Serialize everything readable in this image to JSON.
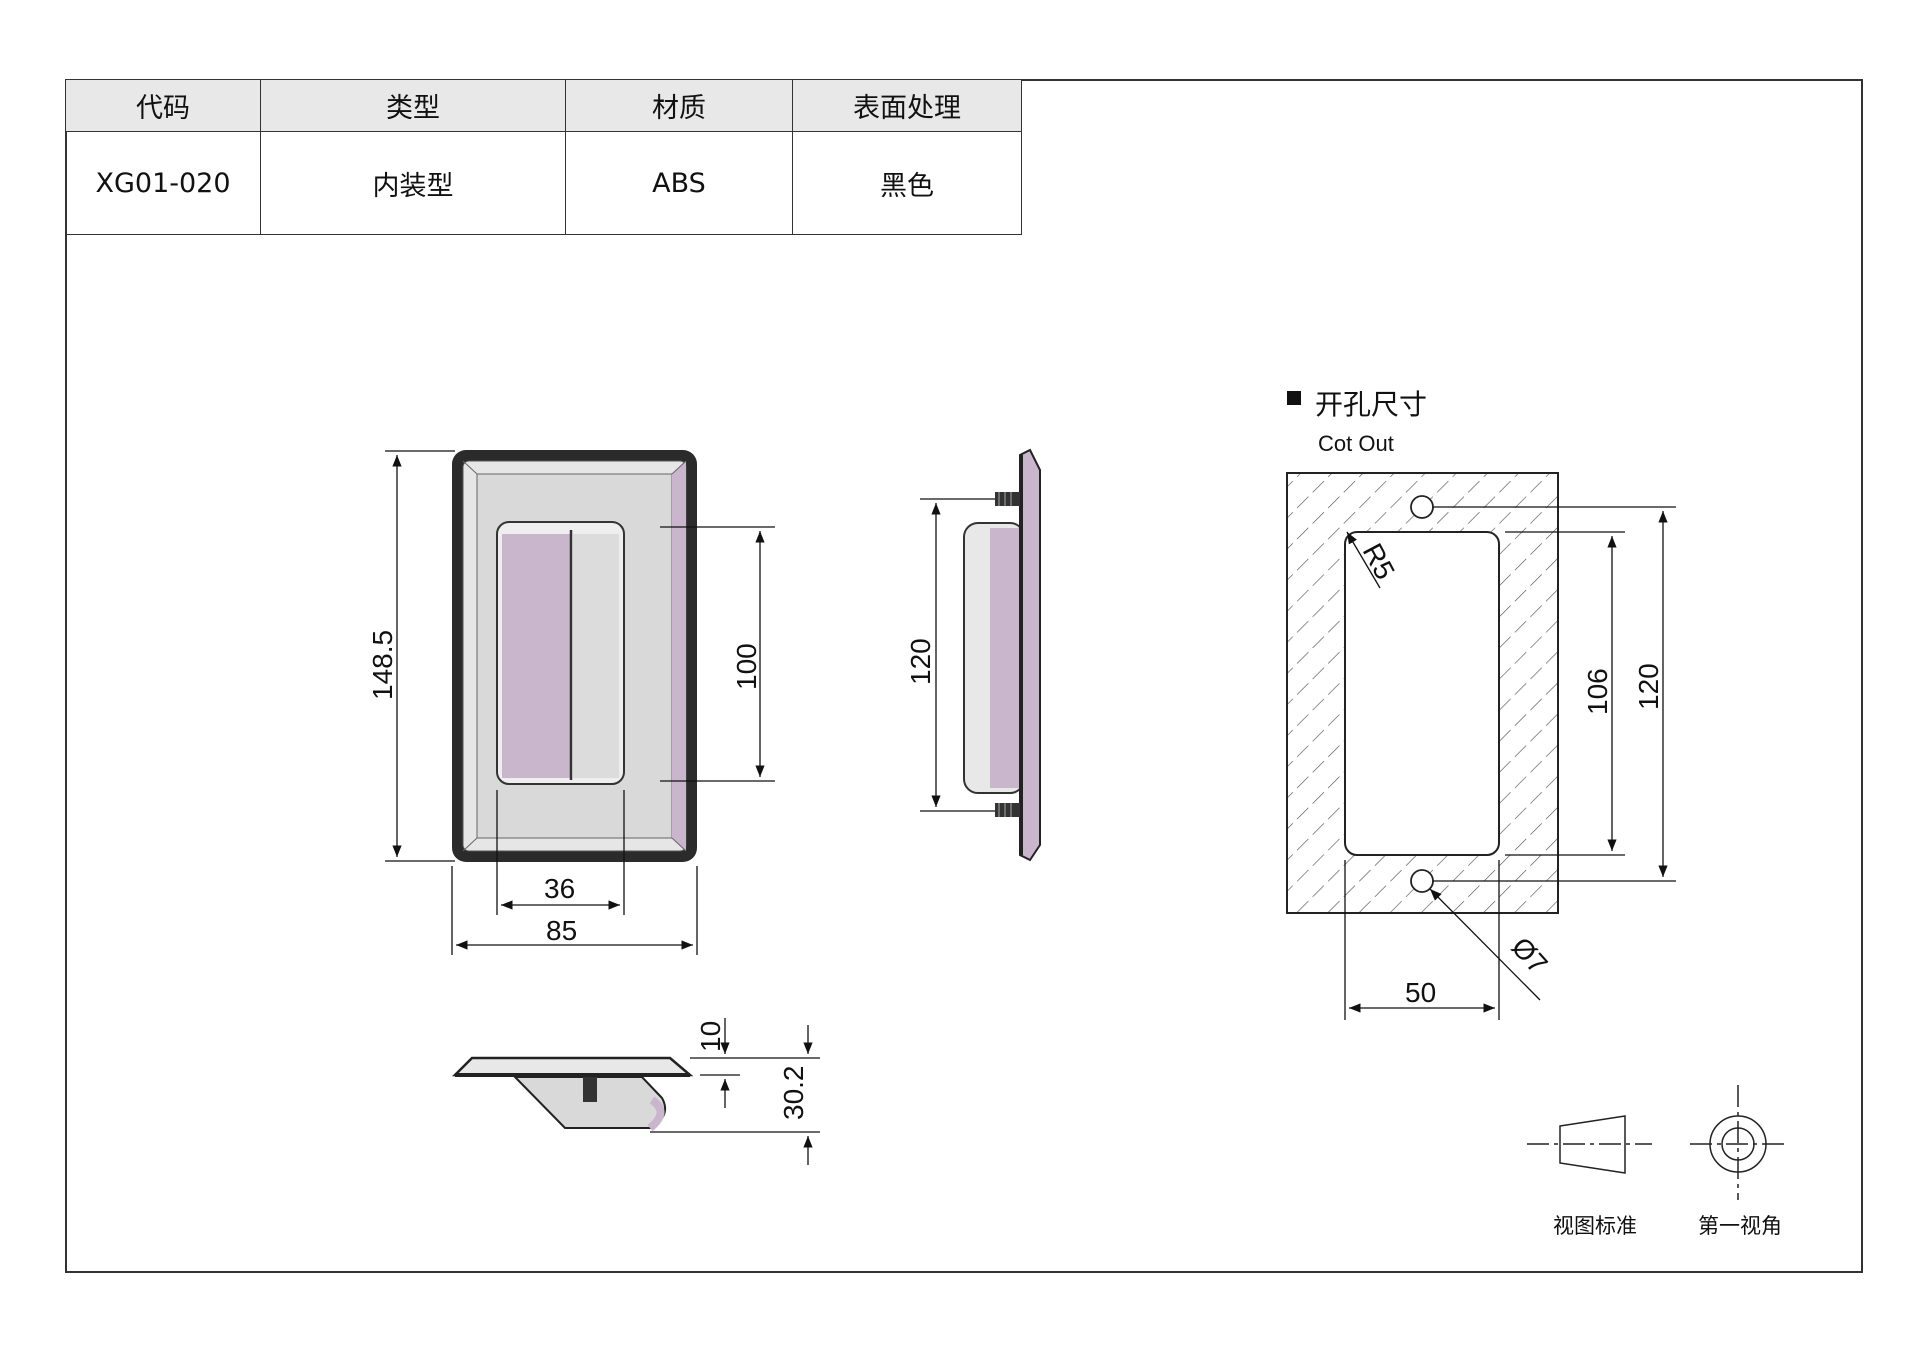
{
  "table": {
    "headers": [
      "代码",
      "类型",
      "材质",
      "表面处理"
    ],
    "row": [
      "XG01-020",
      "内装型",
      "ABS",
      "黑色"
    ]
  },
  "front_view": {
    "height_label": "148.5",
    "grip_height_label": "100",
    "grip_width_label": "36",
    "width_label": "85"
  },
  "side_view": {
    "height_label": "120"
  },
  "bottom_view": {
    "flange_label": "10",
    "depth_label": "30.2"
  },
  "cutout": {
    "title": "开孔尺寸",
    "subtitle": "Cot Out",
    "radius_label": "R5",
    "inner_height_label": "106",
    "outer_height_label": "120",
    "width_label": "50",
    "hole_label": "Ø7"
  },
  "projection": {
    "standard_label": "视图标准",
    "angle_label": "第一视角"
  },
  "colors": {
    "frame": "#2b2b2b",
    "panel": "#d9d9d9",
    "accent": "#c9b6cc"
  }
}
